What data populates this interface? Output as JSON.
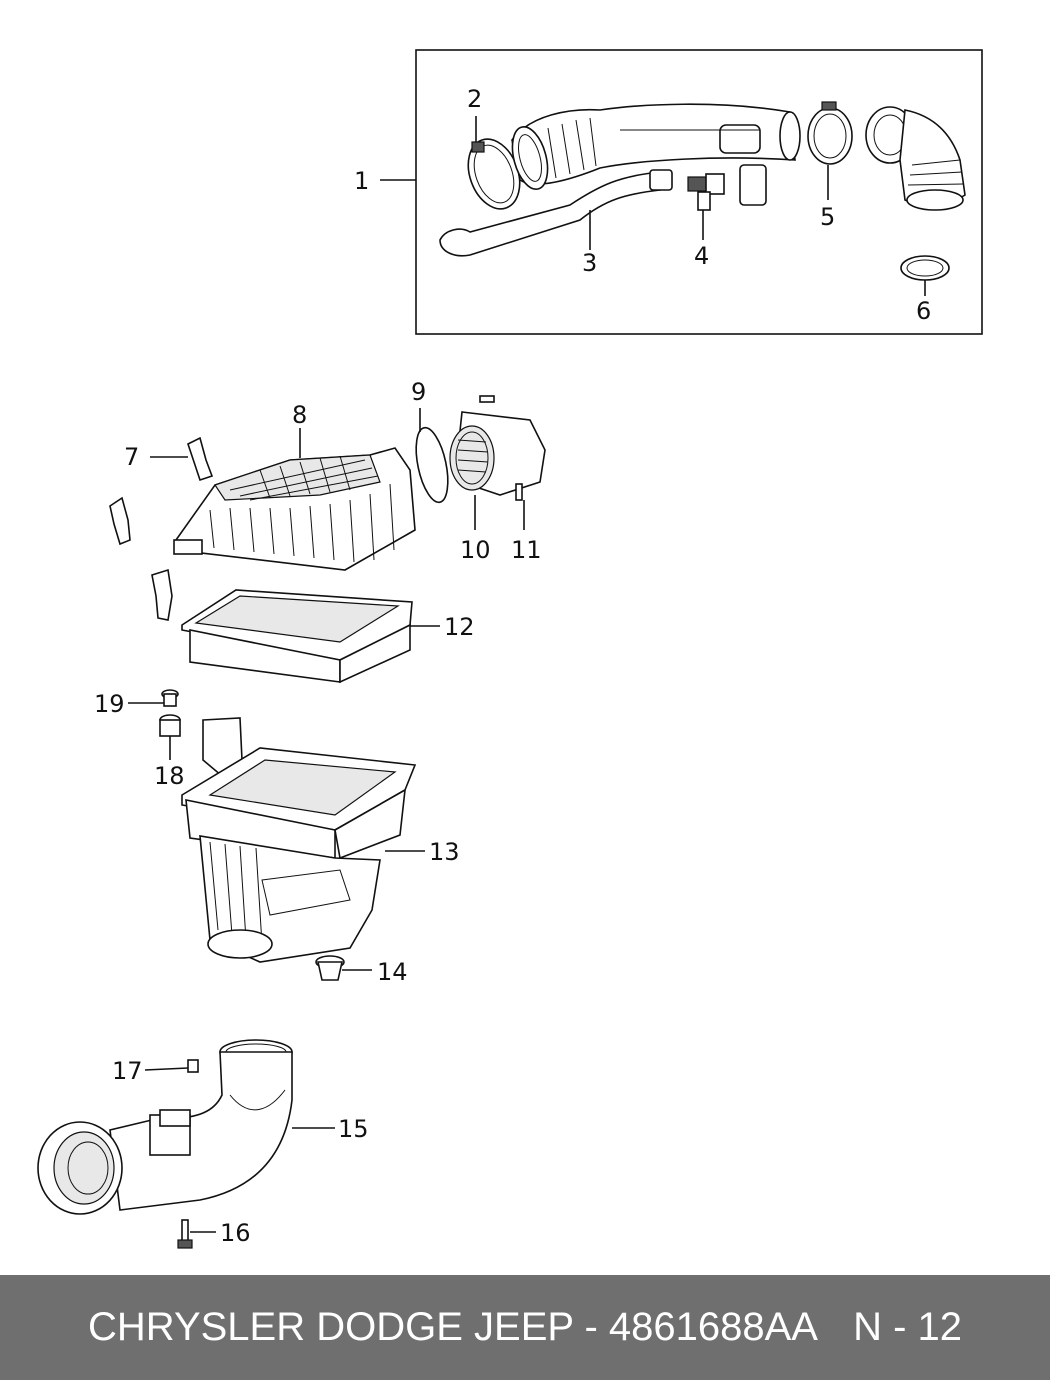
{
  "callouts": [
    "1",
    "2",
    "3",
    "4",
    "5",
    "6",
    "7",
    "8",
    "9",
    "10",
    "11",
    "12",
    "13",
    "14",
    "15",
    "16",
    "17",
    "18",
    "19"
  ],
  "footer": {
    "title": "CHRYSLER DODGE JEEP - 4861688AA",
    "page": "N - 12"
  }
}
